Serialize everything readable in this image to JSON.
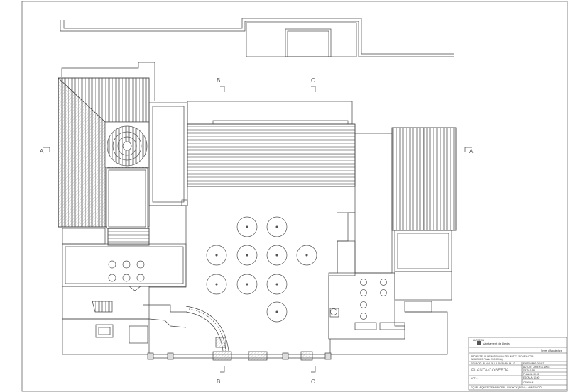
{
  "section_marks": {
    "a": "A",
    "b": "B",
    "c": "C"
  },
  "title_block": {
    "logo_tag": "LA PAERIA",
    "municipality": "Ajuntament de Lleida",
    "department": "Servei d'Arquitectura",
    "project": "PROJECTE DE REMODELACIÓ DE L'ANTIC ESCORXADOR",
    "project_line2": "(NUMEROS FINAL ESCORXA)",
    "site": "SITUACIÓ: PLAÇA DE LA PAERIA NUM. 13",
    "drawing_title": "PLANTA COBERTA",
    "notes_label": "NOTA:",
    "footer": "EQUIP ARQUITECTE MUNICIPAL: XXXXXXX (SIGN.) · NUMERACIÓ",
    "fields": [
      "EXPEDIENT: 00.457",
      "AUTOR: CUBERTA.DWG",
      "DATA: 1998",
      "PLANOL: 00.09",
      "ESCALA: 1/100",
      "ORIGINAL"
    ]
  }
}
